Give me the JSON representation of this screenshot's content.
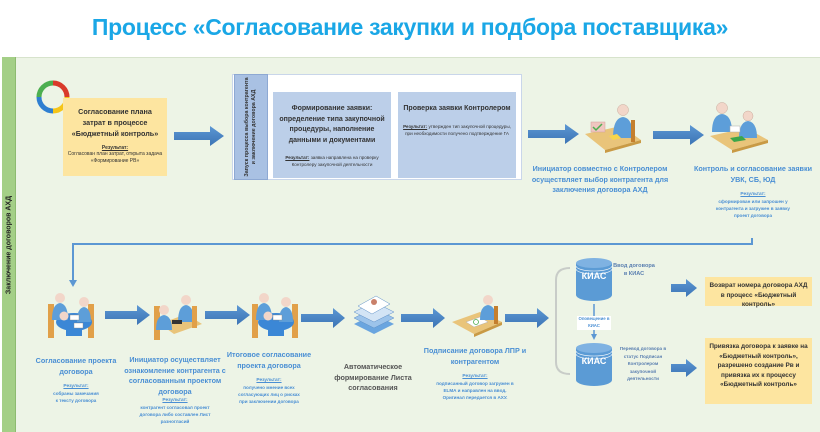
{
  "title": "Процесс «Согласование закупки и подбора поставщика»",
  "lane_label": "Заключение договоров АХД",
  "colors": {
    "title": "#1aa7e6",
    "lane_bg": "#edf4e6",
    "lane_label_bg": "#a4cf87",
    "arrow": "#4a86c5",
    "yellow_box": "#fde5a0",
    "blue_card": "#bccfe9",
    "caption_text": "#4a8fd4",
    "kias": "#5b9bd5"
  },
  "step_budget": {
    "title": "Согласование плана затрат в процессе «Бюджетный контроль»",
    "result_label": "Результат:",
    "result_text": "Согласован план затрат, открыта задача «Формирование РВ»"
  },
  "group_launch": {
    "vertical_label": "Запуск процесса выбора контрагента и заключение договора АХД",
    "cards": [
      {
        "title": "Формирование заявки: определение типа закупочной процедуры, наполнение данными и документами",
        "result_label": "Результат:",
        "result_text": "заявка направлена на проверку Контролеру закупочной деятельности"
      },
      {
        "title": "Проверка заявки Контролером",
        "result_label": "Результат:",
        "result_text": "утвержден тип закупочной процедуры, при необходимости получено подтверждение ГА"
      }
    ]
  },
  "step_initiator_select": {
    "title": "Инициатор совместно с Контролером осуществляет выбор контрагента для заключения договора АХД"
  },
  "step_control": {
    "title": "Контроль и согласование заявки УВК, СБ, ЮД",
    "result_label": "Результат:",
    "result_text": "сформирован или запрошен у контрагента и загружен в заявку проект договора"
  },
  "step_draft_approval": {
    "title": "Согласование проекта договора",
    "result_label": "Результат:",
    "result_text": "собраны замечания к тексту договора"
  },
  "step_initiator_review": {
    "title": "Инициатор осуществляет ознакомление контрагента с согласованным проектом договора",
    "result_label": "Результат:",
    "result_text": "контрагент согласовал проект договора либо составлен Лист разногласий"
  },
  "step_final_approval": {
    "title": "Итоговое согласование проекта договора",
    "result_label": "Результат:",
    "result_text": "получено мнение всех согласующих лиц о рисках при заключении договора"
  },
  "step_auto_sheet": {
    "title": "Автоматическое формирование Листа согласования"
  },
  "step_signing": {
    "title": "Подписание договора ЛПР и контрагентом",
    "result_label": "Результат:",
    "result_text": "подписанный договор загружен в ELMA и направлен на ввод. Оригинал передается в АХУ."
  },
  "kias": {
    "db_label": "КИАС",
    "entry_text": "Ввод договора в КИАС",
    "notify_text": "Оповещение в КИАС",
    "status_text": "Перевод договора в статус Подписан Контролером закупочной деятельности"
  },
  "outcomes": [
    {
      "text": "Возврат номера договора АХД в процесс «Бюджетный контроль»"
    },
    {
      "text": "Привязка договора к заявке на «Бюджетный контроль», разрешено создание Рв и привязка их к процессу «Бюджетный контроль»"
    }
  ]
}
